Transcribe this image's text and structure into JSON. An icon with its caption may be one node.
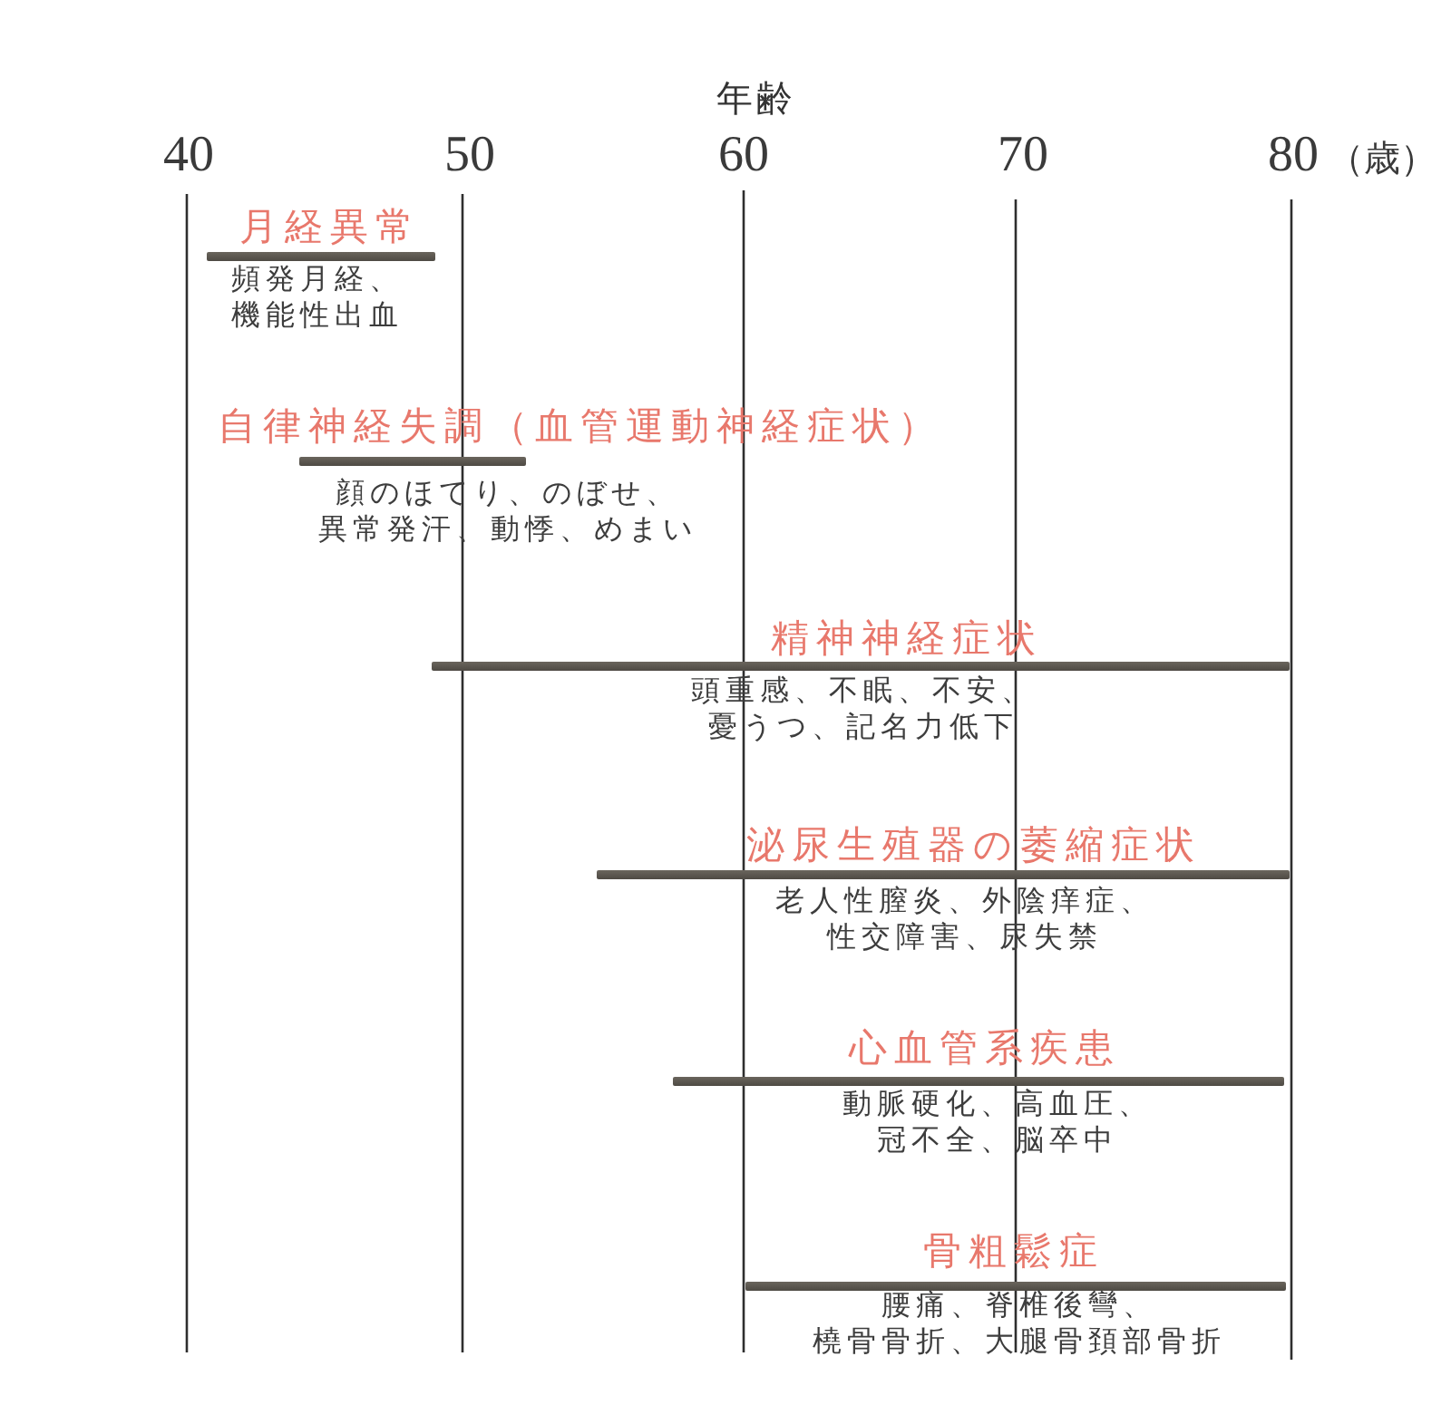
{
  "diagram": {
    "nodes": [
      {
        "text": [
          "月経異常",
          "頻発月経、機能性出血"
        ]
      },
      {
        "text": [
          "自律神経失調（血管運動神経症状）",
          "顔のほてり、のぼせ、異常発汗、動悸、めまい"
        ]
      },
      {
        "text": [
          "精神神経症状",
          "頭重感、不眠、不安、憂うつ、記名力低下"
        ]
      },
      {
        "text": [
          "泌尿生殖器の萎縮症状",
          "老人性膣炎、外陰痒症、性交障害、尿失禁"
        ]
      },
      {
        "text": [
          "心血管系疾患",
          "動脈硬化、高血圧、冠不全、脳卒中"
        ]
      },
      {
        "text": [
          "骨粗鬆症",
          "腰痛、脊椎後彎、橈骨骨折、大腿骨頚部骨折"
        ]
      }
    ],
    "labels": [
      "年齢",
      "40",
      "50",
      "60",
      "70",
      "80",
      "（歳）"
    ]
  }
}
